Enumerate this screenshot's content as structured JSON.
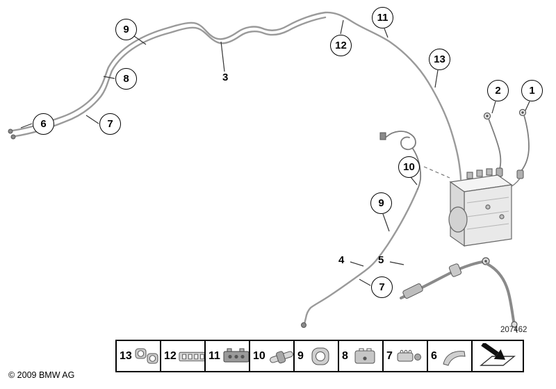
{
  "meta": {
    "copyright": "© 2009 BMW AG",
    "diagram_number": "207462"
  },
  "colors": {
    "pipe": "#9a9a9a",
    "detail": "#555555",
    "text": "#000000"
  },
  "callouts": [
    {
      "label": "9"
    },
    {
      "label": "11"
    },
    {
      "label": "12"
    },
    {
      "label": "13"
    },
    {
      "label": "8"
    },
    {
      "label": "2"
    },
    {
      "label": "1"
    },
    {
      "label": "6"
    },
    {
      "label": "7"
    },
    {
      "label": "10"
    },
    {
      "label": "9"
    },
    {
      "label": "7"
    }
  ],
  "inline_labels": [
    {
      "label": "3"
    },
    {
      "label": "4"
    },
    {
      "label": "5"
    }
  ],
  "legend": {
    "items": [
      {
        "label": "13",
        "icon": "pipe-clip-pair-icon"
      },
      {
        "label": "12",
        "icon": "line-holder-rail-icon"
      },
      {
        "label": "11",
        "icon": "line-holder-block-icon"
      },
      {
        "label": "10",
        "icon": "pipe-with-clamp-icon"
      },
      {
        "label": "9",
        "icon": "grommet-icon"
      },
      {
        "label": "8",
        "icon": "clamp-block-icon"
      },
      {
        "label": "7",
        "icon": "spring-clip-icon"
      },
      {
        "label": "6",
        "icon": "bracket-icon"
      }
    ],
    "more_box_icon": "next-diagram-arrow-icon"
  }
}
